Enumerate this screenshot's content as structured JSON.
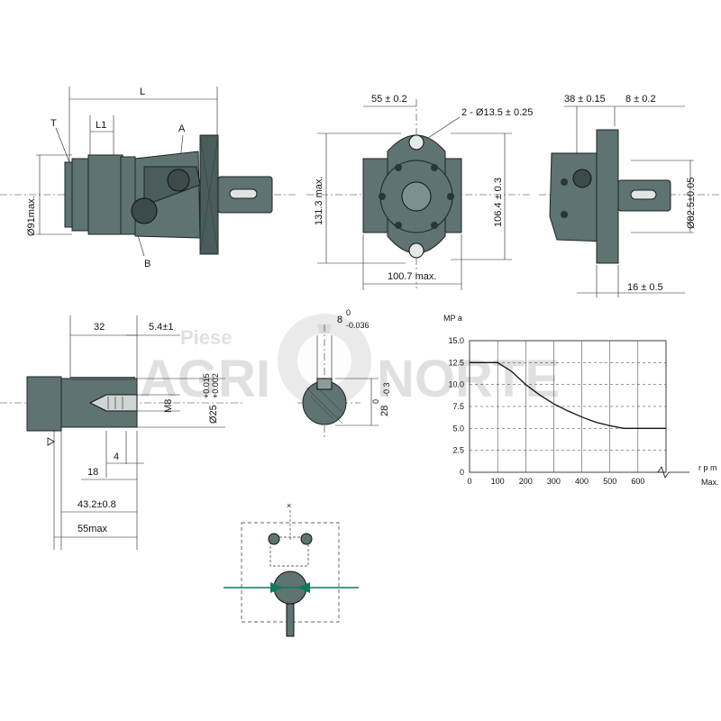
{
  "watermark": {
    "small": "Piese",
    "left": "AGRI",
    "right": "NORTE"
  },
  "side_view": {
    "length": "L",
    "port_t": "T",
    "port_a": "A",
    "port_b": "B",
    "l1": "L1",
    "diameter": "Ø91max."
  },
  "front_view": {
    "offset": "55 ± 0.2",
    "holes": "2 - Ø13.5 ± 0.25",
    "height": "131.3 max.",
    "pcd": "106.4 ± 0.3",
    "width": "100.7 max."
  },
  "rear_view": {
    "dim_a": "38 ± 0.15",
    "dim_b": "8 ± 0.2",
    "shaft_dia": "Ø82.5±0.05",
    "flange": "16 ± 0.5"
  },
  "shaft_view": {
    "d32": "32",
    "d54": "5.4±1",
    "thread": "M8",
    "shaft": "Ø25",
    "tol_upper": "+0.015",
    "tol_lower": "+0.002",
    "d4": "4",
    "d18": "18",
    "d432": "43.2±0.8",
    "d55": "55max"
  },
  "key_view": {
    "key": "8",
    "key_upper": "0",
    "key_lower": "-0.036",
    "height": "28",
    "h_upper": "0",
    "h_lower": "-0.3"
  },
  "graph": {
    "ylabel": "MP a",
    "xlabel": "r p m",
    "xmax_label": "Max.",
    "y_ticks": [
      "15.0",
      "12.5",
      "10.0",
      "7.5",
      "5.0",
      "2.5",
      "0"
    ],
    "x_ticks": [
      "0",
      "100",
      "200",
      "300",
      "400",
      "500",
      "600"
    ]
  },
  "chart_data": {
    "type": "line",
    "xlabel": "r p m",
    "ylabel": "MP a",
    "xlim": [
      0,
      700
    ],
    "ylim": [
      0,
      15
    ],
    "series": [
      {
        "x": [
          0,
          100,
          150,
          200,
          250,
          300,
          350,
          400,
          450,
          500,
          550,
          600,
          700
        ],
        "y": [
          12.5,
          12.5,
          11.5,
          10.0,
          8.8,
          7.8,
          7.0,
          6.3,
          5.7,
          5.3,
          5.0,
          5.0,
          5.0
        ]
      }
    ]
  },
  "symbol": {
    "top_mark": "×"
  }
}
